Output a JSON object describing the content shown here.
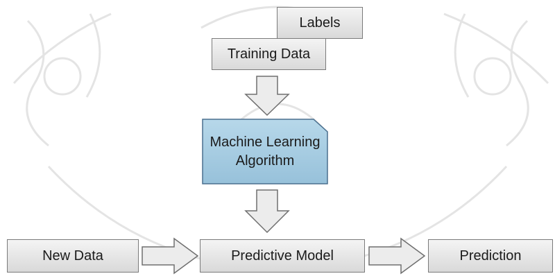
{
  "diagram": {
    "nodes": {
      "labels": "Labels",
      "training_data": "Training Data",
      "ml_algorithm_line1": "Machine Learning",
      "ml_algorithm_line2": "Algorithm",
      "new_data": "New Data",
      "predictive_model": "Predictive Model",
      "prediction": "Prediction"
    },
    "edges": [
      {
        "from": "Training Data",
        "to": "Machine Learning Algorithm",
        "direction": "down"
      },
      {
        "from": "Machine Learning Algorithm",
        "to": "Predictive Model",
        "direction": "down"
      },
      {
        "from": "New Data",
        "to": "Predictive Model",
        "direction": "right"
      },
      {
        "from": "Predictive Model",
        "to": "Prediction",
        "direction": "right"
      }
    ]
  },
  "colors": {
    "box_fill_top": "#f4f4f4",
    "box_fill_bottom": "#d9d9d9",
    "box_border": "#7a7a7a",
    "highlight_fill": "#a9cde3",
    "highlight_border": "#4a6f8e",
    "watermark": "#e3e3e3"
  }
}
